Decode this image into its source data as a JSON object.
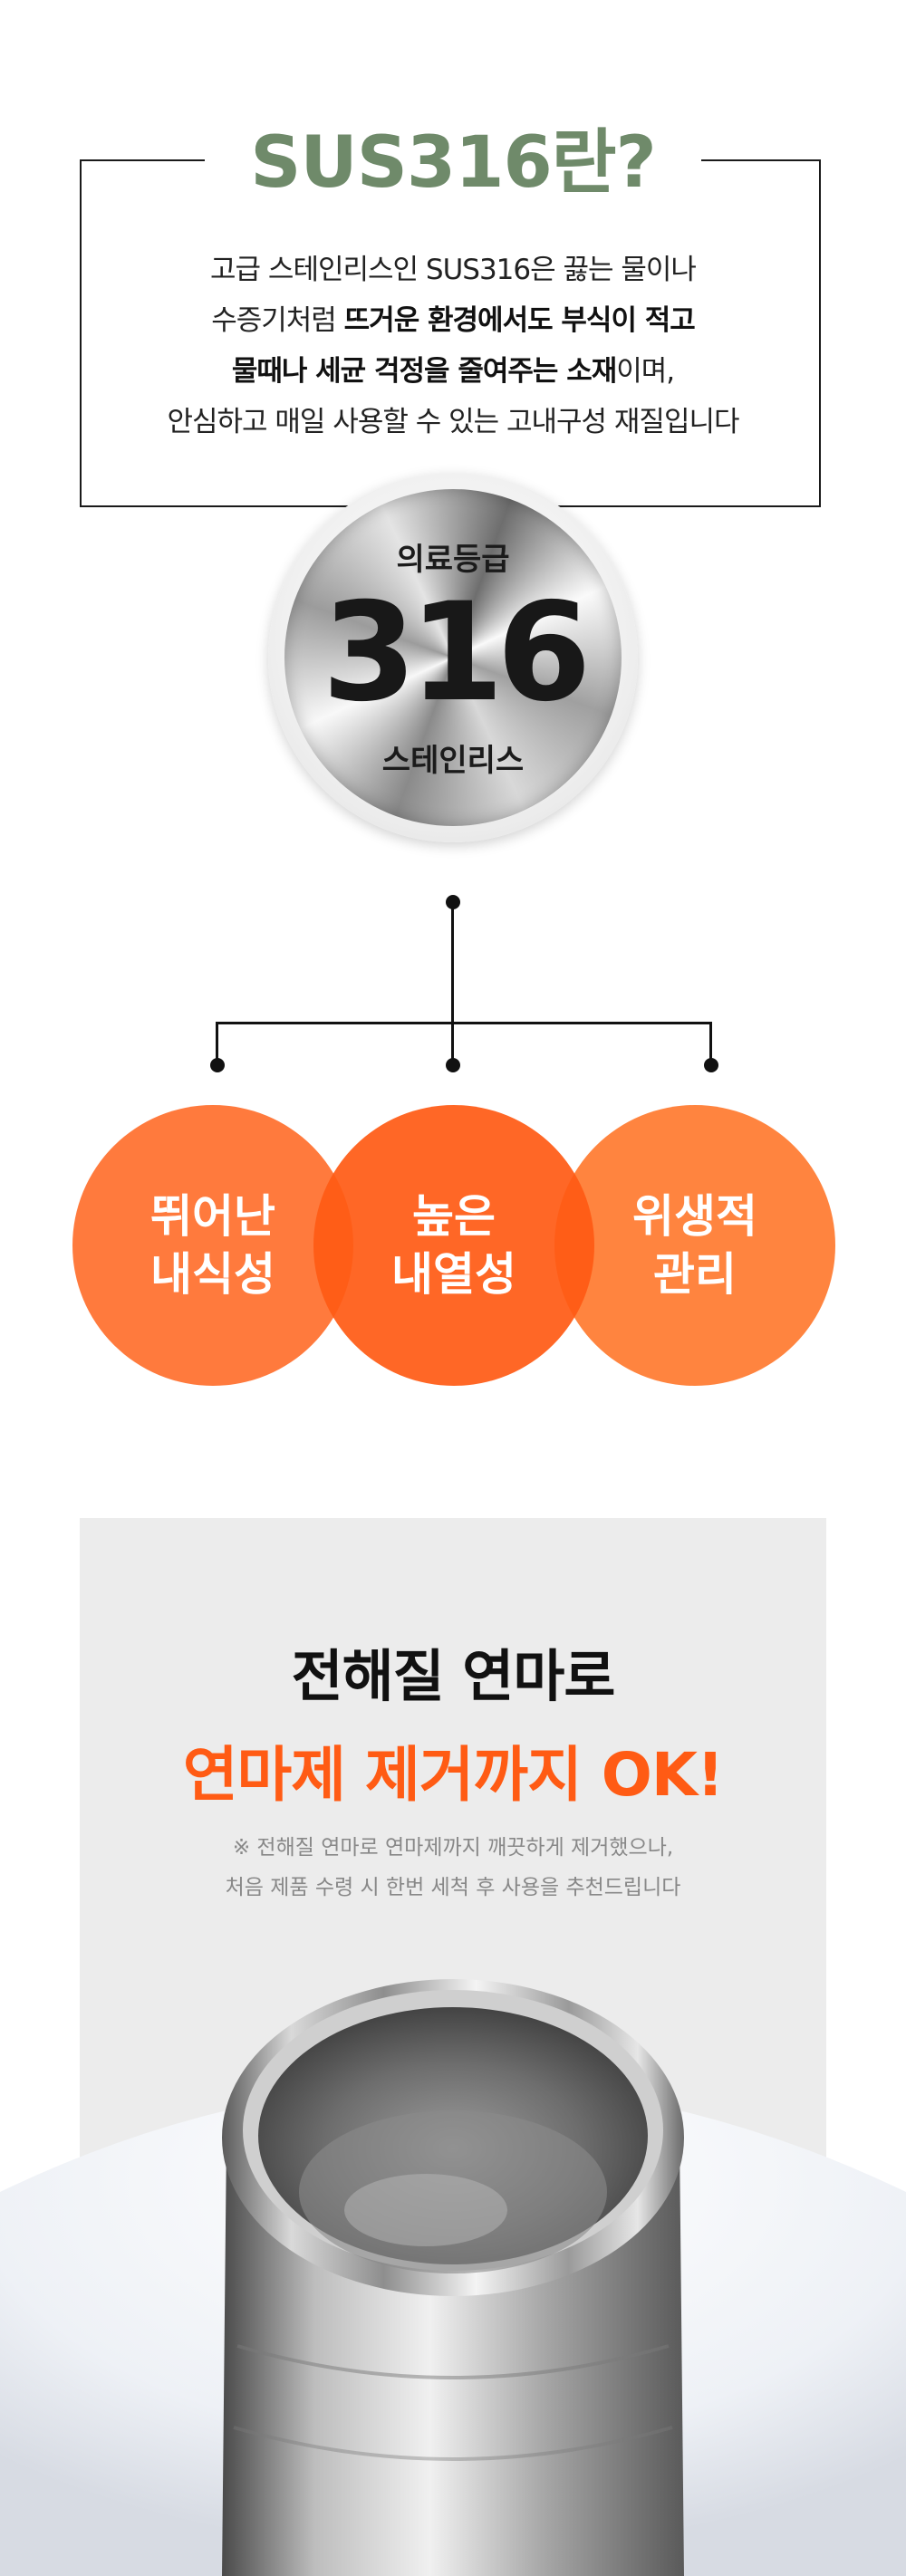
{
  "sus": {
    "title": "SUS316란?",
    "line1": "고급 스테인리스인 SUS316은 끓는 물이나",
    "line2_plain": "수증기처럼 ",
    "line2_bold": "뜨거운 환경에서도 부식이 적고",
    "line3_bold": "물때나 세균 걱정을 줄여주는 소재",
    "line3_plain": "이며,",
    "line4": "안심하고 매일 사용할 수 있는 고내구성 재질입니다"
  },
  "medal": {
    "top": "의료등급",
    "number": "316",
    "bottom": "스테인리스"
  },
  "features": [
    {
      "line1": "뛰어난",
      "line2": "내식성"
    },
    {
      "line1": "높은",
      "line2": "내열성"
    },
    {
      "line1": "위생적",
      "line2": "관리"
    }
  ],
  "polish": {
    "heading1": "전해질 연마로",
    "heading2": "연마제 제거까지 OK!",
    "note1": "※ 전해질 연마로 연마제까지 깨끗하게 제거했으나,",
    "note2": "처음 제품 수령 시 한번 세척 후 사용을 추천드립니다"
  },
  "colors": {
    "title_green": "#6f8a6a",
    "accent_orange": "#ff5b14",
    "circle_orange": "#ff7a3d",
    "panel_gray": "#ececec"
  }
}
